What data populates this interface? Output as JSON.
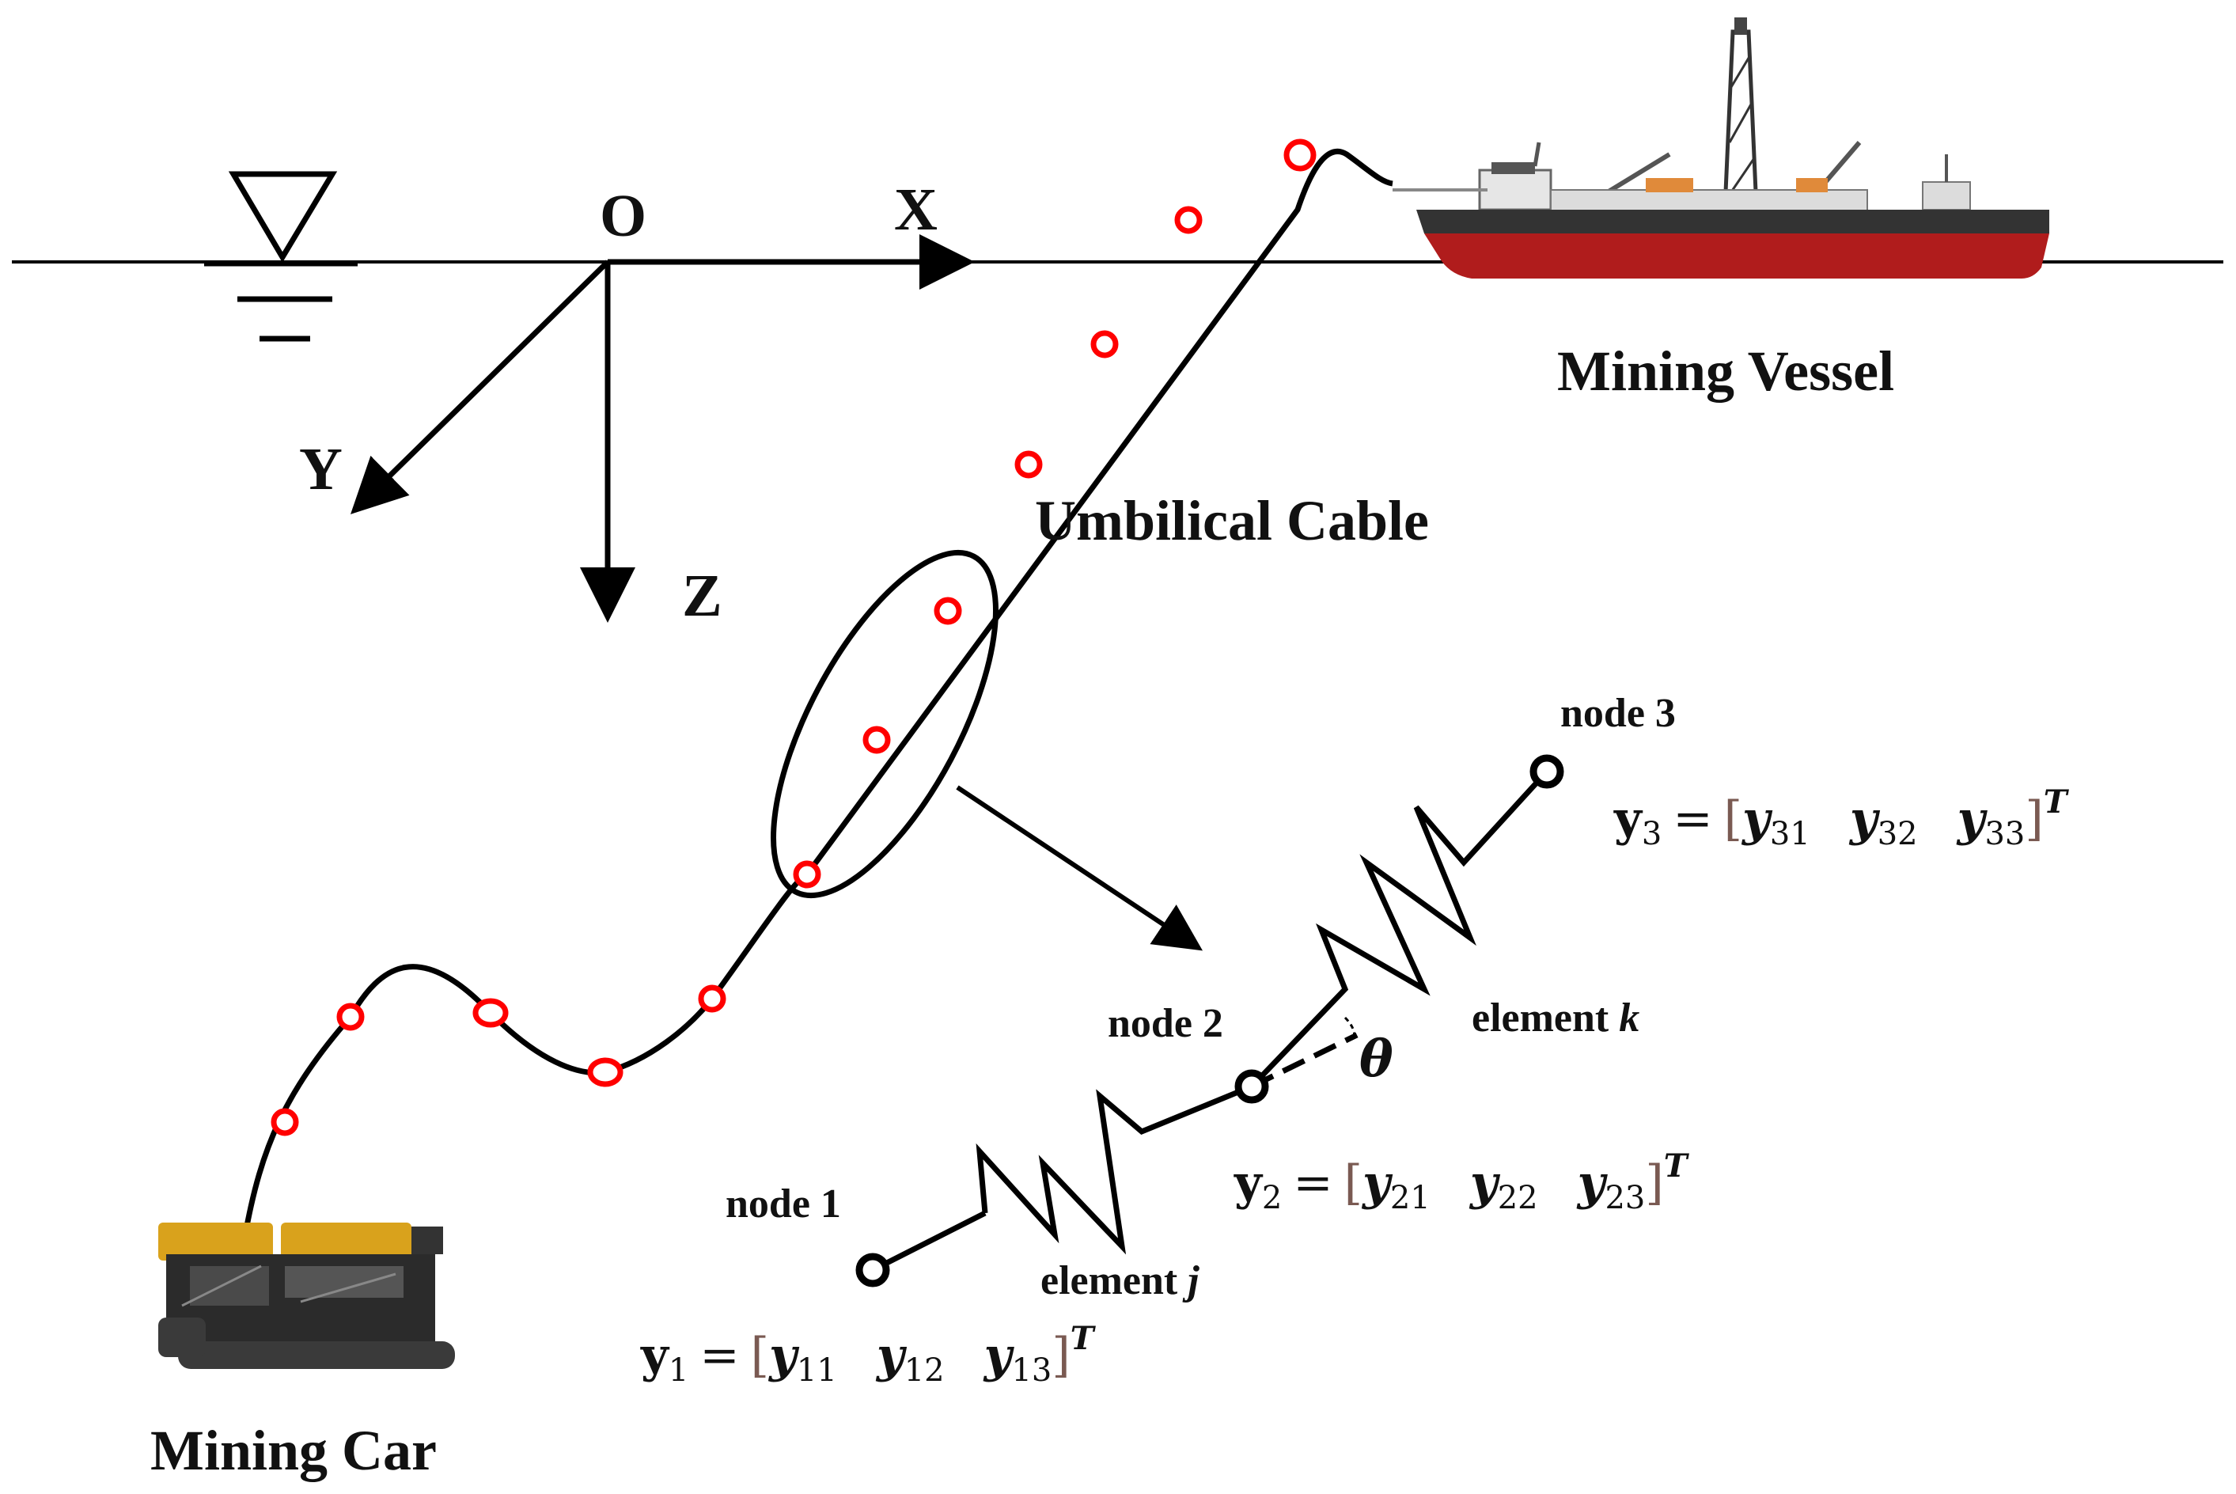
{
  "labels": {
    "origin": "O",
    "axis_x": "X",
    "axis_y": "Y",
    "axis_z": "Z",
    "vessel": "Mining Vessel",
    "cable": "Umbilical Cable",
    "car": "Mining Car",
    "node1": "node 1",
    "node2": "node 2",
    "node3": "node 3",
    "element_j_word": "element",
    "element_j_var": "j",
    "element_k_word": "element",
    "element_k_var": "k",
    "theta": "θ"
  },
  "equations": {
    "y1": {
      "lhs": "y",
      "lhs_sub": "1",
      "eq": "=",
      "open": "[",
      "terms": [
        [
          "y",
          "11"
        ],
        [
          "y",
          "12"
        ],
        [
          "y",
          "13"
        ]
      ],
      "close": "]",
      "sup": "T"
    },
    "y2": {
      "lhs": "y",
      "lhs_sub": "2",
      "eq": "=",
      "open": "[",
      "terms": [
        [
          "y",
          "21"
        ],
        [
          "y",
          "22"
        ],
        [
          "y",
          "23"
        ]
      ],
      "close": "]",
      "sup": "T"
    },
    "y3": {
      "lhs": "y",
      "lhs_sub": "3",
      "eq": "=",
      "open": "[",
      "terms": [
        [
          "y",
          "31"
        ],
        [
          "y",
          "32"
        ],
        [
          "y",
          "33"
        ]
      ],
      "close": "]",
      "sup": "T"
    }
  },
  "colors": {
    "line": "#000000",
    "node_marker": "#ff0000",
    "hull_red": "#b01c1c",
    "hull_dark": "#333333",
    "car_yellow": "#d9a21c"
  },
  "icons": {
    "water_level": "inverted-triangle-water-symbol",
    "vessel": "ship-icon",
    "car": "mining-crawler-icon"
  }
}
